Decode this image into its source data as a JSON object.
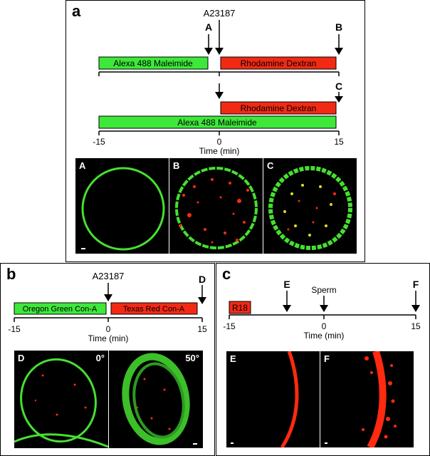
{
  "panels": {
    "a": {
      "label": "a",
      "drug": "A23187",
      "arrow_A": "A",
      "arrow_B": "B",
      "arrow_C": "C",
      "row1_green": "Alexa 488 Maleimide",
      "row1_red": "Rhodamine Dextran",
      "row2_red": "Rhodamine Dextran",
      "row2_green": "Alexa 488 Maleimide",
      "tick_min": "-15",
      "tick_zero": "0",
      "tick_max": "15",
      "axis_label": "Time (min)",
      "images": [
        "A",
        "B",
        "C"
      ]
    },
    "b": {
      "label": "b",
      "drug": "A23187",
      "arrow_D": "D",
      "green": "Oregon Green Con-A",
      "red": "Texas Red Con-A",
      "tick_min": "-15",
      "tick_zero": "0",
      "tick_max": "15",
      "axis_label": "Time (min)",
      "image_label": "D",
      "angle_left": "0°",
      "angle_right": "50°"
    },
    "c": {
      "label": "c",
      "box": "R18",
      "arrow_E": "E",
      "sperm": "Sperm",
      "arrow_F": "F",
      "tick_min": "-15",
      "tick_zero": "0",
      "tick_max": "15",
      "axis_label": "Time (min)",
      "images": [
        "E",
        "F"
      ]
    }
  },
  "colors": {
    "green_bar": "#3ee83a",
    "red_bar": "#f22a14",
    "membrane_green": "#46e030",
    "membrane_red": "#ff2a10"
  }
}
